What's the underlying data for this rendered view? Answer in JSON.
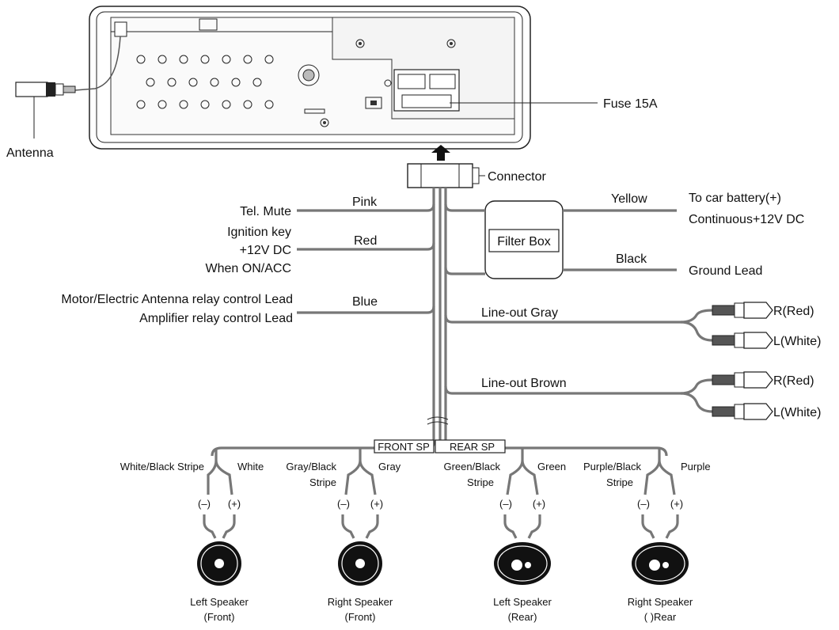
{
  "labels": {
    "antenna": "Antenna",
    "fuse": "Fuse 15A",
    "connector": "Connector",
    "filter_box": "Filter Box"
  },
  "left_wires": {
    "tel_mute": {
      "label": "Tel. Mute",
      "color": "Pink"
    },
    "ignition": {
      "label_lines": [
        "Ignition key",
        "+12V DC",
        "When ON/ACC"
      ],
      "color": "Red"
    },
    "antenna_relay": {
      "label_lines": [
        "Motor/Electric Antenna relay control Lead",
        "Amplifier relay control Lead"
      ],
      "color": "Blue"
    }
  },
  "right_wires": {
    "battery": {
      "color": "Yellow",
      "label_lines": [
        "To car battery(+)",
        "Continuous+12V DC"
      ]
    },
    "ground": {
      "color": "Black",
      "label": "Ground Lead"
    },
    "lineout_gray": {
      "label": "Line-out  Gray",
      "r": "R(Red)",
      "l": "L(White)"
    },
    "lineout_brown": {
      "label": "Line-out  Brown",
      "r": "R(Red)",
      "l": "L(White)"
    }
  },
  "speaker_groups": {
    "front_sp": "FRONT SP",
    "rear_sp": "REAR SP"
  },
  "speakers": [
    {
      "neg_wire": "White/Black Stripe",
      "pos_wire": "White",
      "neg": "(–)",
      "pos": "(+)",
      "name_lines": [
        "Left Speaker",
        "(Front)"
      ]
    },
    {
      "neg_wire_lines": [
        "Gray/Black",
        "Stripe"
      ],
      "pos_wire": "Gray",
      "neg": "(–)",
      "pos": "(+)",
      "name_lines": [
        "Right Speaker",
        "(Front)"
      ]
    },
    {
      "neg_wire_lines": [
        "Green/Black",
        "Stripe"
      ],
      "pos_wire": "Green",
      "neg": "(–)",
      "pos": "(+)",
      "name_lines": [
        "Left Speaker",
        "(Rear)"
      ]
    },
    {
      "neg_wire_lines": [
        "Purple/Black",
        "Stripe"
      ],
      "pos_wire": "Purple",
      "neg": "(–)",
      "pos": "(+)",
      "name_lines": [
        "Right Speaker",
        "( )Rear"
      ]
    }
  ]
}
